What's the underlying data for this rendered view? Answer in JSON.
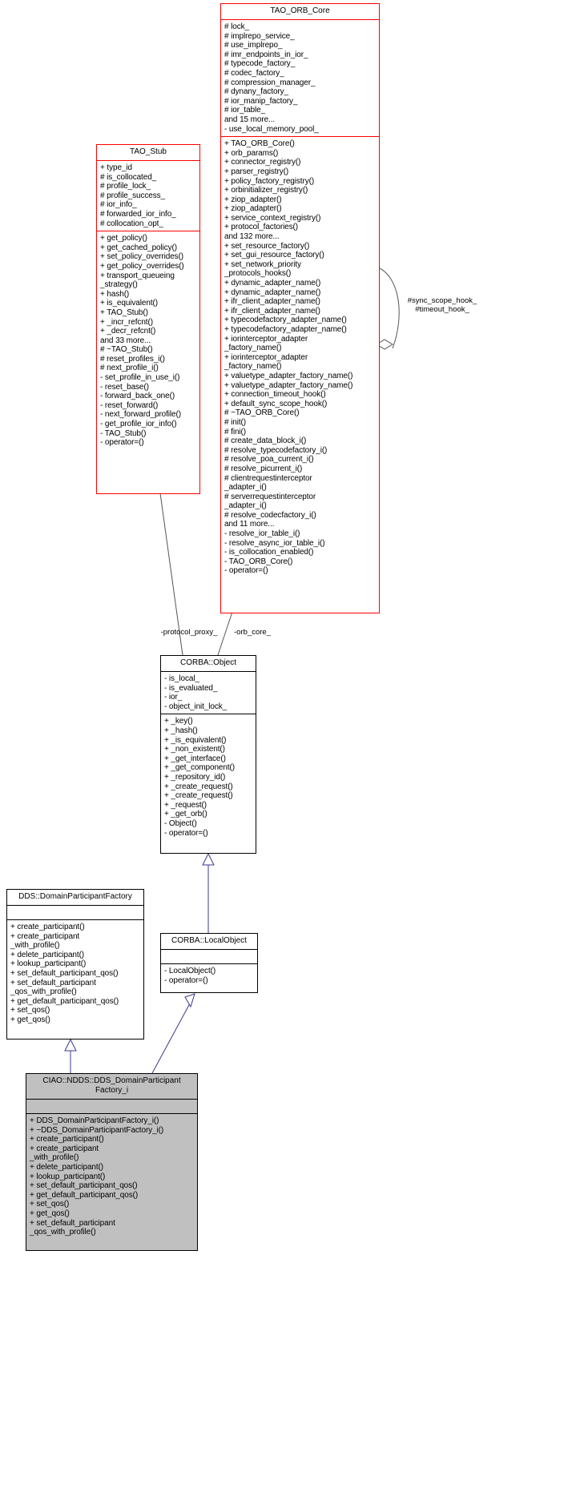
{
  "diagram": {
    "type": "uml-class-diagram",
    "title": "CIAO::NDDS::DDS_DomainParticipantFactory_i collaboration diagram"
  },
  "classes": {
    "tao_orb_core": {
      "name": "TAO_ORB_Core",
      "attributes": [
        "# lock_",
        "# implrepo_service_",
        "# use_implrepo_",
        "# imr_endpoints_in_ior_",
        "# typecode_factory_",
        "# codec_factory_",
        "# compression_manager_",
        "# dynany_factory_",
        "# ior_manip_factory_",
        "# ior_table_",
        "and 15 more...",
        "- use_local_memory_pool_"
      ],
      "operations": [
        "+ TAO_ORB_Core()",
        "+ orb_params()",
        "+ connector_registry()",
        "+ parser_registry()",
        "+ policy_factory_registry()",
        "+ orbinitializer_registry()",
        "+ ziop_adapter()",
        "+ ziop_adapter()",
        "+ service_context_registry()",
        "+ protocol_factories()",
        "and 132 more...",
        "+ set_resource_factory()",
        "+ set_gui_resource_factory()",
        "+ set_network_priority\n_protocols_hooks()",
        "+ dynamic_adapter_name()",
        "+ dynamic_adapter_name()",
        "+ ifr_client_adapter_name()",
        "+ ifr_client_adapter_name()",
        "+ typecodefactory_adapter_name()",
        "+ typecodefactory_adapter_name()",
        "+ iorinterceptor_adapter\n_factory_name()",
        "+ iorinterceptor_adapter\n_factory_name()",
        "+ valuetype_adapter_factory_name()",
        "+ valuetype_adapter_factory_name()",
        "+ connection_timeout_hook()",
        "+ default_sync_scope_hook()",
        "# ~TAO_ORB_Core()",
        "# init()",
        "# fini()",
        "# create_data_block_i()",
        "# resolve_typecodefactory_i()",
        "# resolve_poa_current_i()",
        "# resolve_picurrent_i()",
        "# clientrequestinterceptor\n_adapter_i()",
        "# serverrequestinterceptor\n_adapter_i()",
        "# resolve_codecfactory_i()",
        "and 11 more...",
        "- resolve_ior_table_i()",
        "- resolve_async_ior_table_i()",
        "- is_collocation_enabled()",
        "- TAO_ORB_Core()",
        "- operator=()"
      ]
    },
    "tao_stub": {
      "name": "TAO_Stub",
      "attributes": [
        "+ type_id",
        "# is_collocated_",
        "# profile_lock_",
        "# profile_success_",
        "# ior_info_",
        "# forwarded_ior_info_",
        "# collocation_opt_"
      ],
      "operations": [
        "+ get_policy()",
        "+ get_cached_policy()",
        "+ set_policy_overrides()",
        "+ get_policy_overrides()",
        "+ transport_queueing\n_strategy()",
        "+ hash()",
        "+ is_equivalent()",
        "+ TAO_Stub()",
        "+ _incr_refcnt()",
        "+ _decr_refcnt()",
        "and 33 more...",
        "# ~TAO_Stub()",
        "# reset_profiles_i()",
        "# next_profile_i()",
        "- set_profile_in_use_i()",
        "- reset_base()",
        "- forward_back_one()",
        "- reset_forward()",
        "- next_forward_profile()",
        "- get_profile_ior_info()",
        "- TAO_Stub()",
        "- operator=()"
      ]
    },
    "corba_object": {
      "name": "CORBA::Object",
      "attributes": [
        "- is_local_",
        "- is_evaluated_",
        "- ior_",
        "- object_init_lock_"
      ],
      "operations": [
        "+ _key()",
        "+ _hash()",
        "+ _is_equivalent()",
        "+ _non_existent()",
        "+ _get_interface()",
        "+ _get_component()",
        "+ _repository_id()",
        "+ _create_request()",
        "+ _create_request()",
        "+ _request()",
        "+ _get_orb()",
        "- Object()",
        "- operator=()"
      ]
    },
    "corba_localobject": {
      "name": "CORBA::LocalObject",
      "attributes": [],
      "operations": [
        "- LocalObject()",
        "- operator=()"
      ]
    },
    "dds_domainparticipantfactory": {
      "name": "DDS::DomainParticipantFactory",
      "attributes": [],
      "operations": [
        "+ create_participant()",
        "+ create_participant\n_with_profile()",
        "+ delete_participant()",
        "+ lookup_participant()",
        "+ set_default_participant_qos()",
        "+ set_default_participant\n_qos_with_profile()",
        "+ get_default_participant_qos()",
        "+ set_qos()",
        "+ get_qos()"
      ]
    },
    "ciao_ndds_factory": {
      "name": "CIAO::NDDS::DDS_DomainParticipant\nFactory_i",
      "attributes": [],
      "operations": [
        "+ DDS_DomainParticipantFactory_i()",
        "+ ~DDS_DomainParticipantFactory_i()",
        "+ create_participant()",
        "+ create_participant\n_with_profile()",
        "+ delete_participant()",
        "+ lookup_participant()",
        "+ set_default_participant_qos()",
        "+ get_default_participant_qos()",
        "+ set_qos()",
        "+ get_qos()",
        "+ set_default_participant\n_qos_with_profile()"
      ]
    }
  },
  "edge_labels": {
    "sync_scope_hook": "#sync_scope_hook_\n#timeout_hook_",
    "protocol_proxy": "-protocol_proxy_",
    "orb_core": "-orb_core_"
  },
  "colors": {
    "highlight_border": "#ff0000",
    "normal_border": "#000000",
    "inheritance_line": "#3a3a8c",
    "association_line": "#555555",
    "current_class_fill": "#c0c0c0"
  }
}
